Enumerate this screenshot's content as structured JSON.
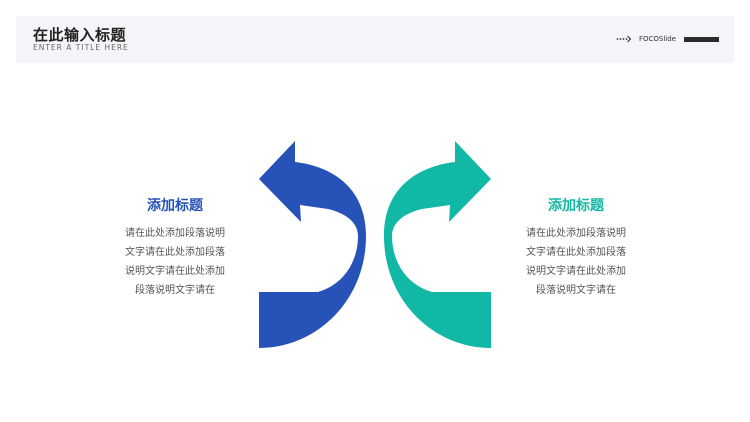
{
  "header": {
    "title": "在此输入标题",
    "subtitle": "ENTER A TITLE HERE",
    "brand": "FOCOSlide"
  },
  "left": {
    "title": "添加标题",
    "lines": [
      "请在此处添加段落说明",
      "文字请在此处添加段落",
      "说明文字请在此处添加",
      "段落说明文字请在"
    ]
  },
  "right": {
    "title": "添加标题",
    "lines": [
      "请在此处添加段落说明",
      "文字请在此处添加段落",
      "说明文字请在此处添加",
      "段落说明文字请在"
    ]
  },
  "colors": {
    "blue": "#2753b8",
    "teal": "#12b8a6",
    "header_bg": "#f4f5f8"
  },
  "icons": [
    "dotted-arrow-icon",
    "curved-arrow-left-icon",
    "curved-arrow-right-icon"
  ]
}
